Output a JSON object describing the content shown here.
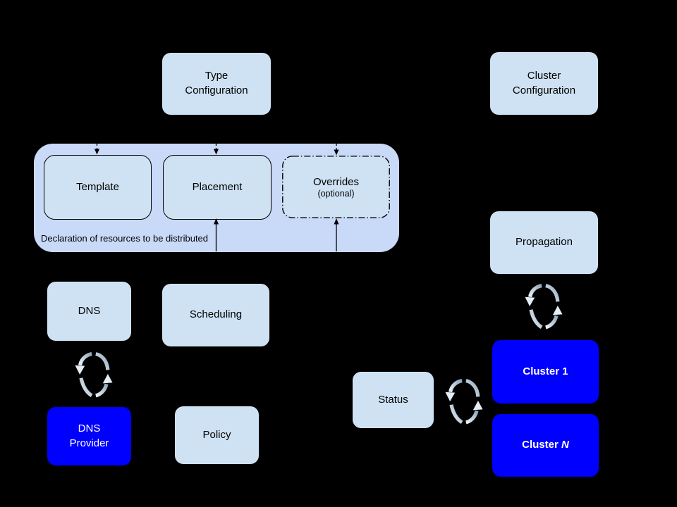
{
  "colors": {
    "background": "#000000",
    "box_fill": "#cfe2f3",
    "container_fill": "#c9daf8",
    "cluster_fill": "#0000ff",
    "box_text": "#000000",
    "cluster_text": "#ffffff",
    "connector": "#000000"
  },
  "icons": {
    "sync": "circular-arrows-sync-icon"
  },
  "boxes": {
    "type_configuration": "Type Configuration",
    "cluster_configuration": "Cluster Configuration",
    "template": "Template",
    "placement": "Placement",
    "overrides_title": "Overrides",
    "overrides_subtitle": "(optional)",
    "dns": "DNS",
    "scheduling": "Scheduling",
    "dns_provider": "DNS Provider",
    "policy": "Policy",
    "propagation": "Propagation",
    "status": "Status",
    "cluster_1": "Cluster 1",
    "cluster_n_prefix": "Cluster ",
    "cluster_n_suffix": "N"
  },
  "captions": {
    "container_note": "Declaration of resources to be distributed"
  }
}
